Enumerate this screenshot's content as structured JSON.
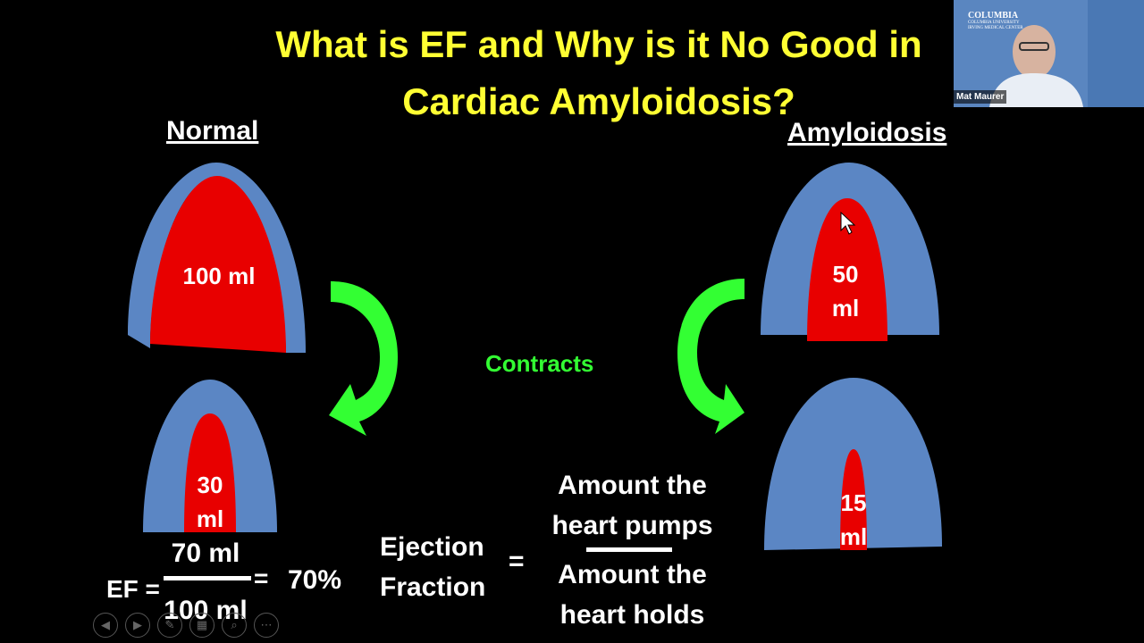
{
  "slide": {
    "title_line1": "What is EF and Why is it No Good in",
    "title_line2": "Cardiac Amyloidosis?",
    "normal_heading": "Normal",
    "amyloid_heading": "Amyloidosis",
    "normal_top_volume": "100 ml",
    "normal_bottom_volume_l1": "30",
    "normal_bottom_volume_l2": "ml",
    "amyloid_top_volume_l1": "50",
    "amyloid_top_volume_l2": "ml",
    "amyloid_bottom_volume_l1": "15",
    "amyloid_bottom_volume_l2": "ml",
    "contracts_label": "Contracts",
    "ef_label": "EF =",
    "ef_numerator": "70 ml",
    "ef_denominator": "100 ml",
    "ef_equals": "=",
    "ef_result": "70%",
    "ejection_l1": "Ejection",
    "ejection_l2": "Fraction",
    "ejection_equals": "=",
    "pumps_l1": "Amount the",
    "pumps_l2": "heart pumps",
    "holds_l1": "Amount the",
    "holds_l2": "heart holds"
  },
  "colors": {
    "title": "#ffff33",
    "wall": "#5b86c4",
    "blood": "#e80000",
    "arrow": "#33ff33"
  },
  "video": {
    "org_name": "COLUMBIA",
    "org_sub1": "COLUMBIA UNIVERSITY",
    "org_sub2": "IRVING MEDICAL CENTER",
    "participant_name": "Mat Maurer"
  },
  "controls": {
    "prev_icon": "◀",
    "next_icon": "▶",
    "pen_icon": "✎",
    "slides_icon": "▦",
    "zoom_icon": "⌕",
    "more_icon": "⋯"
  }
}
